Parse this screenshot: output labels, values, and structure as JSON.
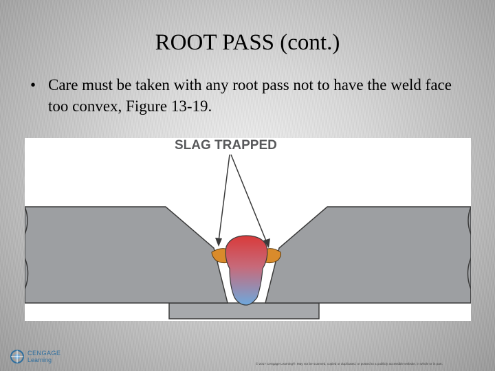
{
  "slide": {
    "title": "ROOT PASS (cont.)",
    "bullet_marker": "•",
    "bullet_text": "Care must be taken with any root pass not to have the weld face too convex, Figure 13-19."
  },
  "figure": {
    "label": "SLAG TRAPPED",
    "colors": {
      "base_metal": "#9d9fa2",
      "outline": "#3a3a3a",
      "slag": "#d98b2b",
      "weld_top": "#d93a3a",
      "weld_bottom": "#6ea8dc"
    }
  },
  "footer": {
    "logo_top": "CENGAGE",
    "logo_bottom": "Learning",
    "copyright": "© 2017 Cengage Learning®. May not be scanned, copied or duplicated, or posted to a publicly accessible website, in whole or in part."
  }
}
